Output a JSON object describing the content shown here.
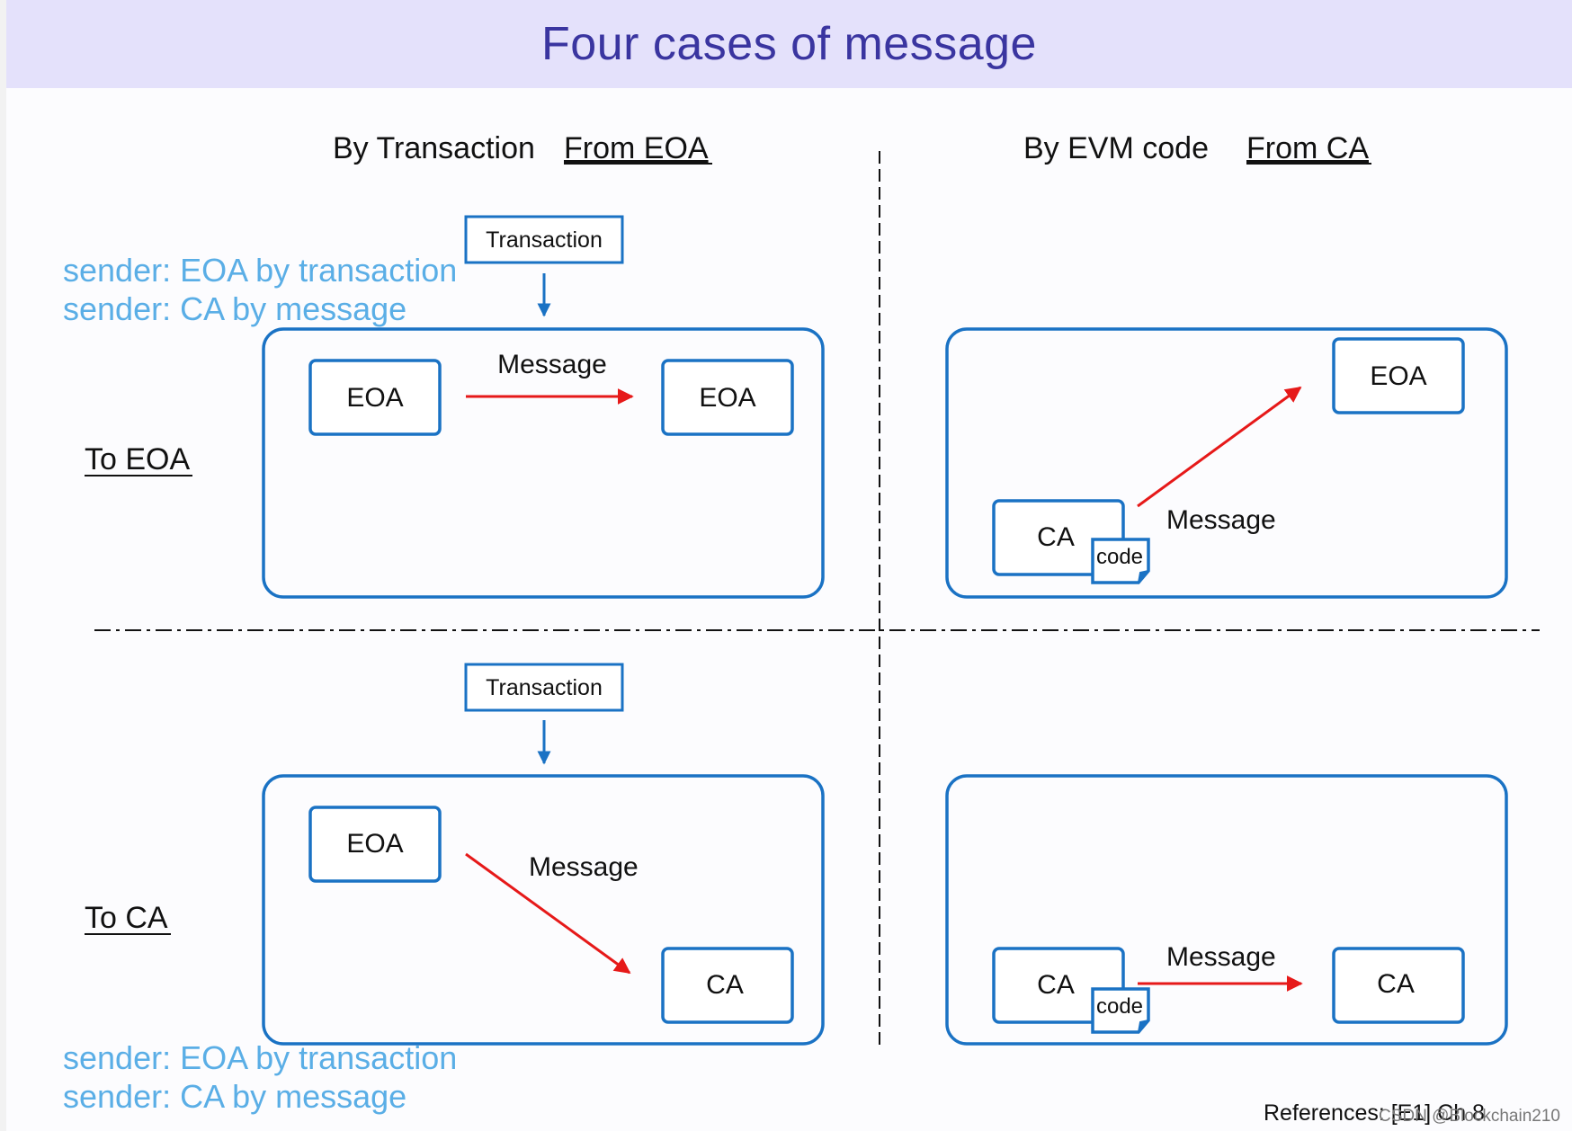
{
  "title": "Four cases of message",
  "columns": {
    "left": {
      "by": "By Transaction",
      "from": "From EOA"
    },
    "right": {
      "by": "By EVM code",
      "from": "From CA"
    }
  },
  "rows": {
    "top": "To EOA",
    "bottom": "To CA"
  },
  "notes": {
    "top": [
      "sender: EOA by transaction",
      "sender: CA by message"
    ],
    "bottom": [
      "sender: EOA by transaction",
      "sender: CA by message"
    ]
  },
  "labels": {
    "transaction": "Transaction",
    "message": "Message",
    "eoa": "EOA",
    "ca": "CA",
    "code": "code"
  },
  "reference": "References: [E1] Ch 8",
  "watermark": "CSDN @Blockchain210",
  "colors": {
    "title_band": "#e4e1fb",
    "title_text": "#3a35a0",
    "box_stroke": "#1a72c4",
    "message_arrow": "#e61919",
    "transaction_arrow": "#1a72c4",
    "note_text": "#5aaee6"
  }
}
